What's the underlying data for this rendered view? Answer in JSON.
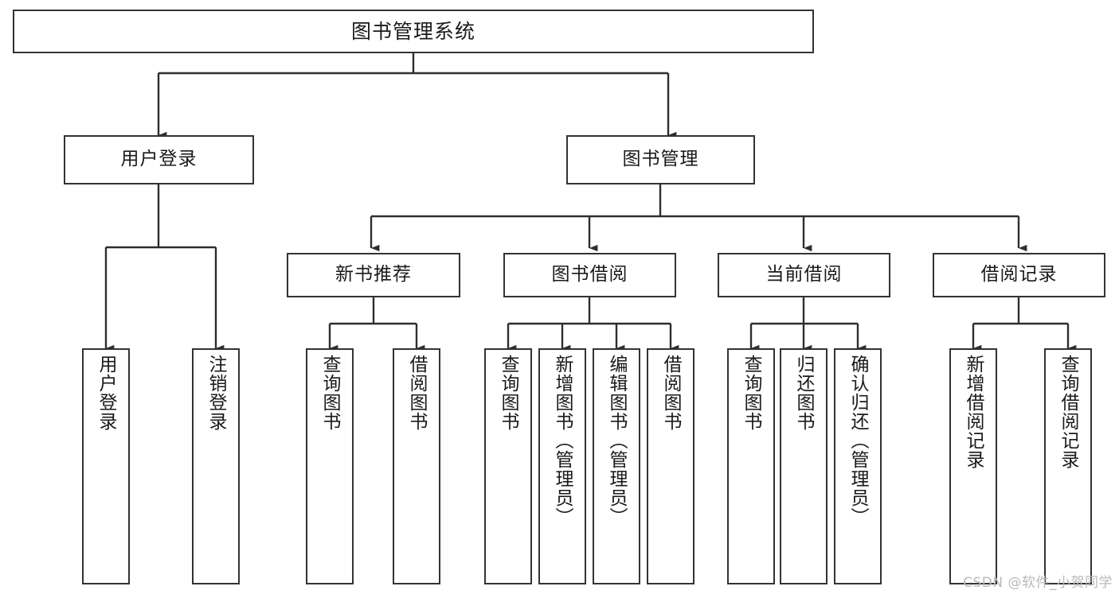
{
  "diagram": {
    "title": "图书管理系统",
    "watermark": "CSDN @软件_小贺同学",
    "colors": {
      "border": "#333333",
      "background": "#ffffff",
      "text": "#1a1a1a",
      "watermark": "#b9b9b9"
    },
    "levels": {
      "root": {
        "label": "图书管理系统"
      },
      "level2": [
        {
          "label": "用户登录"
        },
        {
          "label": "图书管理"
        }
      ],
      "level3": [
        {
          "label": "新书推荐"
        },
        {
          "label": "图书借阅"
        },
        {
          "label": "当前借阅"
        },
        {
          "label": "借阅记录"
        }
      ],
      "leaves": [
        {
          "label": "用户登录",
          "parent": "用户登录"
        },
        {
          "label": "注销登录",
          "parent": "用户登录"
        },
        {
          "label": "查询图书",
          "parent": "新书推荐"
        },
        {
          "label": "借阅图书",
          "parent": "新书推荐"
        },
        {
          "label": "查询图书",
          "parent": "图书借阅"
        },
        {
          "label": "新增图书（管理员）",
          "parent": "图书借阅"
        },
        {
          "label": "编辑图书（管理员）",
          "parent": "图书借阅"
        },
        {
          "label": "借阅图书",
          "parent": "图书借阅"
        },
        {
          "label": "查询图书",
          "parent": "当前借阅"
        },
        {
          "label": "归还图书",
          "parent": "当前借阅"
        },
        {
          "label": "确认归还（管理员）",
          "parent": "当前借阅"
        },
        {
          "label": "新增借阅记录",
          "parent": "借阅记录"
        },
        {
          "label": "查询借阅记录",
          "parent": "借阅记录"
        }
      ]
    }
  }
}
